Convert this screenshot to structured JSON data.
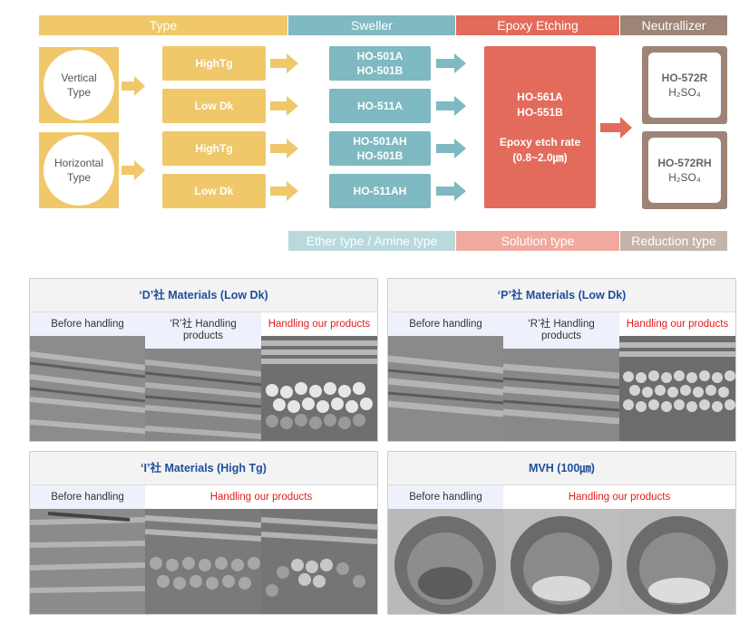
{
  "header": {
    "type_label": "Type",
    "sweller_label": "Sweller",
    "etching_label": "Epoxy Etching",
    "neutralizer_label": "Neutrallizer"
  },
  "types": [
    {
      "name": "Vertical\nType",
      "subtypes": [
        "HighTg",
        "Low Dk"
      ]
    },
    {
      "name": "Horizontal\nType",
      "subtypes": [
        "HighTg",
        "Low Dk"
      ]
    }
  ],
  "swellers": [
    [
      "HO-501A",
      "HO-501B"
    ],
    [
      "HO-511A"
    ],
    [
      "HO-501AH",
      "HO-501B"
    ],
    [
      "HO-511AH"
    ]
  ],
  "etching": {
    "products": [
      "HO-561A",
      "HO-551B"
    ],
    "rate_label": "Epoxy etch rate",
    "rate_value": "(0.8~2.0㎛)"
  },
  "neutralizers": [
    {
      "product": "HO-572R",
      "chem": "H₂SO₄"
    },
    {
      "product": "HO-572RH",
      "chem": "H₂SO₄"
    }
  ],
  "footer": {
    "sweller_type": "Ether type / Amine type",
    "etching_type": "Solution type",
    "neutralizer_type": "Reduction type"
  },
  "colors": {
    "type": "#f0c86a",
    "sweller": "#7fb9c1",
    "etching": "#e36b5b",
    "neutralizer": "#9d8477",
    "title_text": "#1f4e9c",
    "highlight_text": "#e11c1c"
  },
  "panels": [
    {
      "title": "‘D’社 Materials (Low Dk)",
      "columns": [
        "Before handling",
        "‘R’社 Handling products",
        "Handling our products"
      ]
    },
    {
      "title": "‘P’社 Materials (Low Dk)",
      "columns": [
        "Before handling",
        "‘R’社 Handling products",
        "Handling our products"
      ]
    },
    {
      "title": "‘I’社 Materials (High Tg)",
      "columns": [
        "Before handling",
        "Handling our products"
      ]
    },
    {
      "title": "MVH (100㎛)",
      "columns": [
        "Before handling",
        "Handling our products"
      ]
    }
  ]
}
